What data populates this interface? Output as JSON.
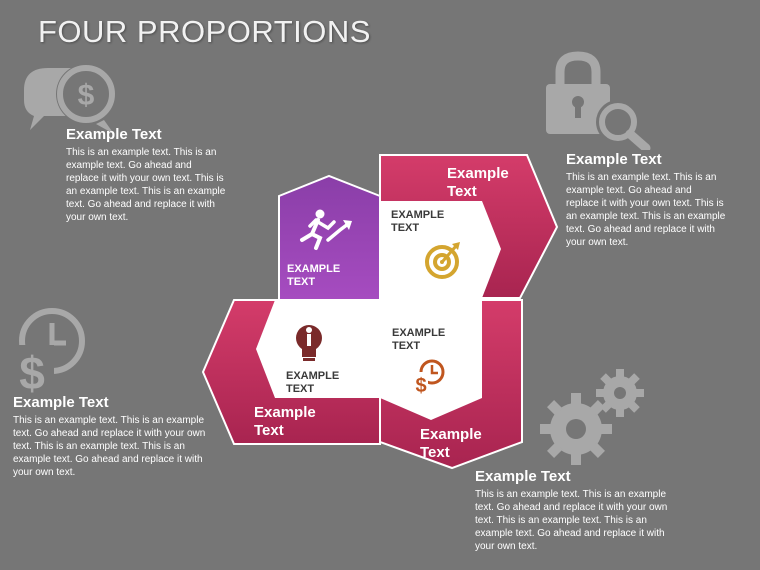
{
  "title": "FOUR PROPORTIONS",
  "colors": {
    "background": "#767676",
    "magenta": "#c8305f",
    "purple": "#9b3fb2",
    "gold": "#d4a52f",
    "icon_dark": "#7a2a2a",
    "bg_icon": "#a8a8a8"
  },
  "blocks": {
    "top_left": {
      "heading": "Example Text",
      "body": "This is an example text. This is an example text. Go ahead and replace it with your own text. This is an example text. This is an example text. Go ahead and replace it with your own text."
    },
    "top_right": {
      "heading": "Example Text",
      "body": "This is an example text. This is an example text. Go ahead and replace it with your own text. This is an example text. This is an example text. Go ahead and replace it with your own text."
    },
    "bottom_left": {
      "heading": "Example Text",
      "body": "This is an example text. This is an example text. Go ahead and replace it with your own text. This is an example text. This is an example text. Go ahead and replace it with your own text."
    },
    "bottom_right": {
      "heading": "Example Text",
      "body": "This is an example text. This is an example text. Go ahead and replace it with your own text. This is an example text. This is an example text. Go ahead and replace it with your own text."
    }
  },
  "diagram": {
    "purple_label": [
      "EXAMPLE",
      "TEXT"
    ],
    "tr_label": [
      "Example",
      "Text"
    ],
    "tr_inner": [
      "EXAMPLE",
      "TEXT"
    ],
    "bl_label": [
      "Example",
      "Text"
    ],
    "bl_inner": [
      "EXAMPLE",
      "TEXT"
    ],
    "br_label": [
      "Example",
      "Text"
    ],
    "br_inner": [
      "EXAMPLE",
      "TEXT"
    ]
  },
  "icons": {
    "top_left_bg": "speech-bubble-dollar-icon",
    "top_right_bg": "padlock-magnifier-icon",
    "left_bg": "clock-dollar-icon",
    "bottom_right_bg": "gears-icon",
    "purple": "running-man-arrow-icon",
    "top_right_inner": "target-icon",
    "bottom_left_inner": "lightbulb-head-icon",
    "bottom_right_inner": "clock-dollar-icon"
  }
}
